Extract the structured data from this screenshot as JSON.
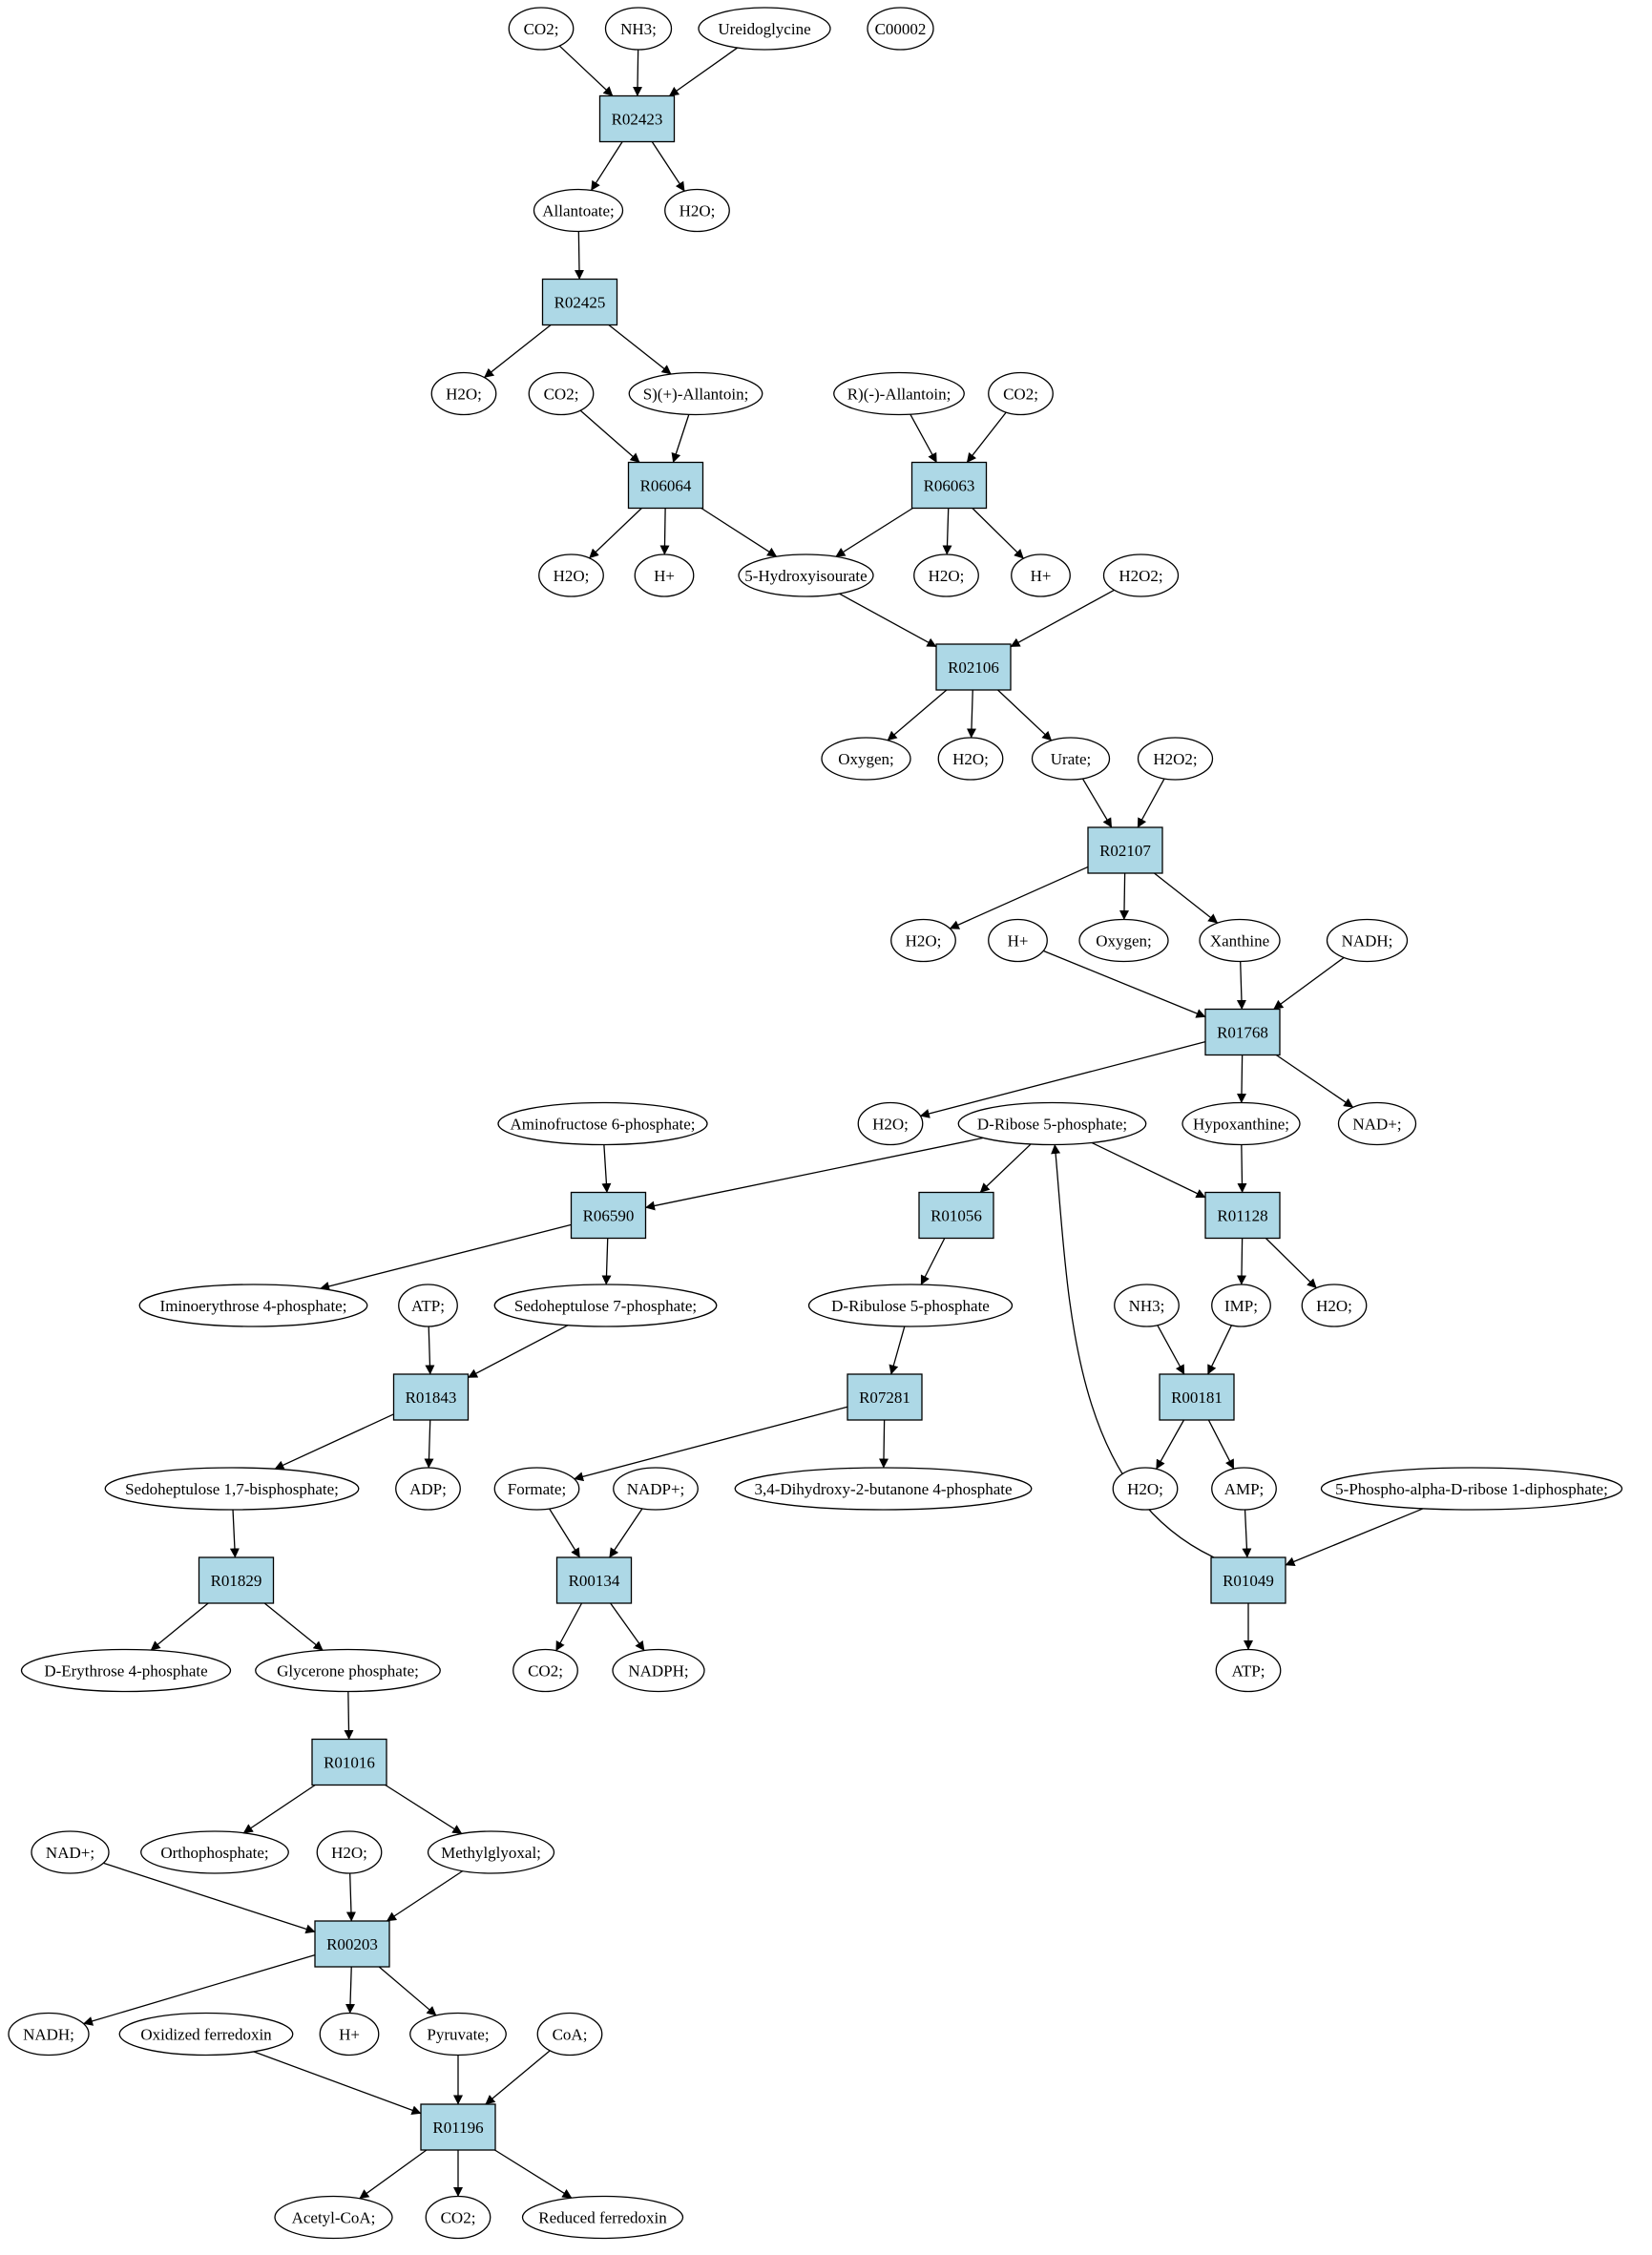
{
  "colors": {
    "reaction_fill": "#add8e6",
    "compound_fill": "#ffffff",
    "highlight_green": "#00ff00",
    "highlight_yellow": "#ffff00"
  },
  "reactions": [
    {
      "id": "R02423"
    },
    {
      "id": "R02425"
    },
    {
      "id": "R06064"
    },
    {
      "id": "R06063"
    },
    {
      "id": "R02106"
    },
    {
      "id": "R02107"
    },
    {
      "id": "R01768"
    },
    {
      "id": "R06590"
    },
    {
      "id": "R01056"
    },
    {
      "id": "R01128"
    },
    {
      "id": "R01843"
    },
    {
      "id": "R07281"
    },
    {
      "id": "R00181"
    },
    {
      "id": "R01829"
    },
    {
      "id": "R00134"
    },
    {
      "id": "R01049"
    },
    {
      "id": "R01016"
    },
    {
      "id": "R00203"
    },
    {
      "id": "R01196"
    }
  ],
  "compounds": [
    {
      "key": "co2_a",
      "label": "CO2;"
    },
    {
      "key": "nh3_a",
      "label": "NH3;"
    },
    {
      "key": "ureidoglycine",
      "label": "Ureidoglycine"
    },
    {
      "key": "c00002",
      "label": "C00002",
      "fill": "#ffff00"
    },
    {
      "key": "allantoate",
      "label": "Allantoate;"
    },
    {
      "key": "h2o_a",
      "label": "H2O;"
    },
    {
      "key": "h2o_b",
      "label": "H2O;"
    },
    {
      "key": "co2_b",
      "label": "CO2;"
    },
    {
      "key": "s_allantoin",
      "label": "S)(+)-Allantoin;"
    },
    {
      "key": "r_allantoin",
      "label": "R)(-)-Allantoin;"
    },
    {
      "key": "co2_c",
      "label": "CO2;"
    },
    {
      "key": "h2o_c",
      "label": "H2O;"
    },
    {
      "key": "hplus_a",
      "label": "H+"
    },
    {
      "key": "hydroxyisourate",
      "label": "5-Hydroxyisourate"
    },
    {
      "key": "h2o_d",
      "label": "H2O;"
    },
    {
      "key": "hplus_b",
      "label": "H+"
    },
    {
      "key": "h2o2_a",
      "label": "H2O2;"
    },
    {
      "key": "oxygen_a",
      "label": "Oxygen;"
    },
    {
      "key": "h2o_e",
      "label": "H2O;"
    },
    {
      "key": "urate",
      "label": "Urate;"
    },
    {
      "key": "h2o2_b",
      "label": "H2O2;"
    },
    {
      "key": "h2o_f",
      "label": "H2O;"
    },
    {
      "key": "hplus_c",
      "label": "H+"
    },
    {
      "key": "oxygen_b",
      "label": "Oxygen;"
    },
    {
      "key": "xanthine",
      "label": "Xanthine"
    },
    {
      "key": "nadh_a",
      "label": "NADH;"
    },
    {
      "key": "h2o_g",
      "label": "H2O;"
    },
    {
      "key": "ribose5p",
      "label": "D-Ribose 5-phosphate;",
      "fill": "#00ff00"
    },
    {
      "key": "hypoxanthine",
      "label": "Hypoxanthine;"
    },
    {
      "key": "nadplus_a",
      "label": "NAD+;"
    },
    {
      "key": "aminofructose",
      "label": "Aminofructose 6-phosphate;"
    },
    {
      "key": "iminoerythrose",
      "label": "Iminoerythrose 4-phosphate;"
    },
    {
      "key": "atp_a",
      "label": "ATP;"
    },
    {
      "key": "sedoheptulose7p",
      "label": "Sedoheptulose 7-phosphate;"
    },
    {
      "key": "ribulose5p",
      "label": "D-Ribulose 5-phosphate"
    },
    {
      "key": "nh3_b",
      "label": "NH3;"
    },
    {
      "key": "imp",
      "label": "IMP;"
    },
    {
      "key": "h2o_h",
      "label": "H2O;"
    },
    {
      "key": "sedoheptulose17bp",
      "label": "Sedoheptulose 1,7-bisphosphate;"
    },
    {
      "key": "adp",
      "label": "ADP;"
    },
    {
      "key": "formate",
      "label": "Formate;"
    },
    {
      "key": "nadpplus",
      "label": "NADP+;"
    },
    {
      "key": "dihydroxybutanone",
      "label": "3,4-Dihydroxy-2-butanone 4-phosphate"
    },
    {
      "key": "h2o_i",
      "label": "H2O;"
    },
    {
      "key": "amp",
      "label": "AMP;"
    },
    {
      "key": "prpp",
      "label": "5-Phospho-alpha-D-ribose 1-diphosphate;"
    },
    {
      "key": "erythrose4p",
      "label": "D-Erythrose 4-phosphate"
    },
    {
      "key": "glycerone",
      "label": "Glycerone phosphate;"
    },
    {
      "key": "co2_d",
      "label": "CO2;"
    },
    {
      "key": "nadph",
      "label": "NADPH;"
    },
    {
      "key": "atp_b",
      "label": "ATP;"
    },
    {
      "key": "nadplus_b",
      "label": "NAD+;"
    },
    {
      "key": "orthophosphate",
      "label": "Orthophosphate;"
    },
    {
      "key": "h2o_j",
      "label": "H2O;"
    },
    {
      "key": "methylglyoxal",
      "label": "Methylglyoxal;"
    },
    {
      "key": "nadh_b",
      "label": "NADH;"
    },
    {
      "key": "ox_ferredoxin",
      "label": "Oxidized ferredoxin"
    },
    {
      "key": "hplus_d",
      "label": "H+"
    },
    {
      "key": "pyruvate",
      "label": "Pyruvate;"
    },
    {
      "key": "coa",
      "label": "CoA;"
    },
    {
      "key": "acetylcoa",
      "label": "Acetyl-CoA;"
    },
    {
      "key": "co2_e",
      "label": "CO2;"
    },
    {
      "key": "red_ferredoxin",
      "label": "Reduced ferredoxin"
    }
  ],
  "edges": [
    [
      "co2_a",
      "R02423"
    ],
    [
      "nh3_a",
      "R02423"
    ],
    [
      "ureidoglycine",
      "R02423"
    ],
    [
      "R02423",
      "allantoate"
    ],
    [
      "R02423",
      "h2o_a"
    ],
    [
      "allantoate",
      "R02425"
    ],
    [
      "R02425",
      "h2o_b"
    ],
    [
      "R02425",
      "s_allantoin"
    ],
    [
      "co2_b",
      "R06064"
    ],
    [
      "s_allantoin",
      "R06064"
    ],
    [
      "R06064",
      "h2o_c"
    ],
    [
      "R06064",
      "hplus_a"
    ],
    [
      "R06064",
      "hydroxyisourate"
    ],
    [
      "r_allantoin",
      "R06063"
    ],
    [
      "co2_c",
      "R06063"
    ],
    [
      "R06063",
      "hydroxyisourate"
    ],
    [
      "R06063",
      "h2o_d"
    ],
    [
      "R06063",
      "hplus_b"
    ],
    [
      "hydroxyisourate",
      "R02106"
    ],
    [
      "h2o2_a",
      "R02106"
    ],
    [
      "R02106",
      "oxygen_a"
    ],
    [
      "R02106",
      "h2o_e"
    ],
    [
      "R02106",
      "urate"
    ],
    [
      "urate",
      "R02107"
    ],
    [
      "h2o2_b",
      "R02107"
    ],
    [
      "R02107",
      "h2o_f"
    ],
    [
      "R02107",
      "oxygen_b"
    ],
    [
      "R02107",
      "xanthine"
    ],
    [
      "hplus_c",
      "R01768"
    ],
    [
      "xanthine",
      "R01768"
    ],
    [
      "nadh_a",
      "R01768"
    ],
    [
      "R01768",
      "h2o_g"
    ],
    [
      "R01768",
      "hypoxanthine"
    ],
    [
      "R01768",
      "nadplus_a"
    ],
    [
      "aminofructose",
      "R06590"
    ],
    [
      "ribose5p",
      "R06590"
    ],
    [
      "R06590",
      "iminoerythrose"
    ],
    [
      "R06590",
      "sedoheptulose7p"
    ],
    [
      "ribose5p",
      "R01056"
    ],
    [
      "ribose5p",
      "R01128"
    ],
    [
      "hypoxanthine",
      "R01128"
    ],
    [
      "R01128",
      "imp"
    ],
    [
      "R01128",
      "h2o_h"
    ],
    [
      "atp_a",
      "R01843"
    ],
    [
      "sedoheptulose7p",
      "R01843"
    ],
    [
      "R01843",
      "sedoheptulose17bp"
    ],
    [
      "R01843",
      "adp"
    ],
    [
      "R01056",
      "ribulose5p"
    ],
    [
      "ribulose5p",
      "R07281"
    ],
    [
      "R07281",
      "formate"
    ],
    [
      "R07281",
      "dihydroxybutanone"
    ],
    [
      "nh3_b",
      "R00181"
    ],
    [
      "imp",
      "R00181"
    ],
    [
      "R00181",
      "h2o_i"
    ],
    [
      "R00181",
      "amp"
    ],
    [
      "sedoheptulose17bp",
      "R01829"
    ],
    [
      "R01829",
      "erythrose4p"
    ],
    [
      "R01829",
      "glycerone"
    ],
    [
      "formate",
      "R00134"
    ],
    [
      "nadpplus",
      "R00134"
    ],
    [
      "R00134",
      "co2_d"
    ],
    [
      "R00134",
      "nadph"
    ],
    [
      "amp",
      "R01049"
    ],
    [
      "prpp",
      "R01049"
    ],
    [
      "R01049",
      "atp_b"
    ],
    [
      "R01049",
      "ribose5p"
    ],
    [
      "glycerone",
      "R01016"
    ],
    [
      "R01016",
      "orthophosphate"
    ],
    [
      "R01016",
      "methylglyoxal"
    ],
    [
      "nadplus_b",
      "R00203"
    ],
    [
      "h2o_j",
      "R00203"
    ],
    [
      "methylglyoxal",
      "R00203"
    ],
    [
      "R00203",
      "nadh_b"
    ],
    [
      "R00203",
      "hplus_d"
    ],
    [
      "R00203",
      "pyruvate"
    ],
    [
      "ox_ferredoxin",
      "R01196"
    ],
    [
      "pyruvate",
      "R01196"
    ],
    [
      "coa",
      "R01196"
    ],
    [
      "R01196",
      "acetylcoa"
    ],
    [
      "R01196",
      "co2_e"
    ],
    [
      "R01196",
      "red_ferredoxin"
    ]
  ]
}
